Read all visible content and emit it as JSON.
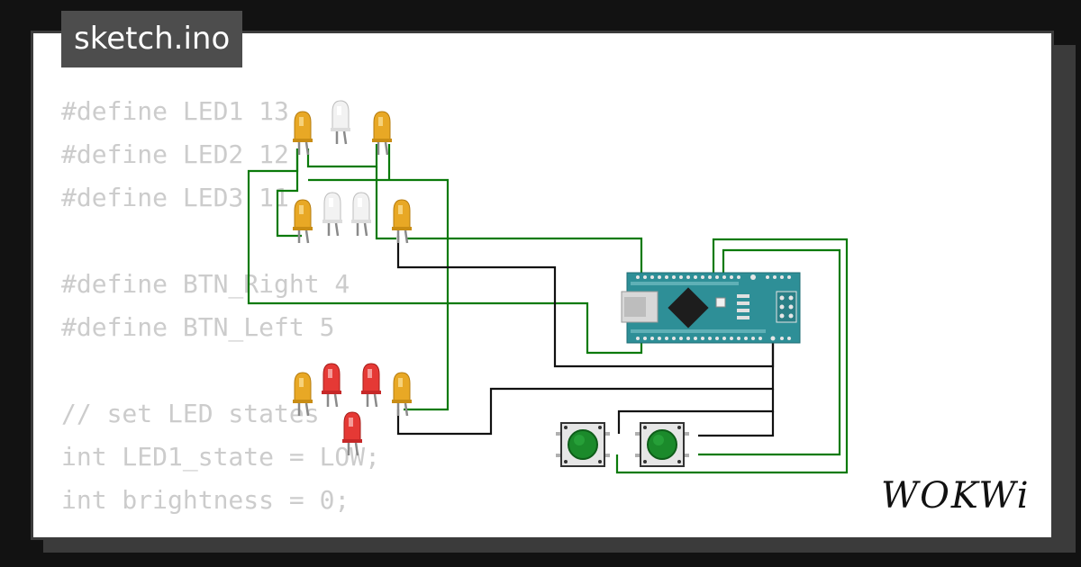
{
  "tab": {
    "title": "sketch.ino"
  },
  "code": {
    "lines": [
      "#define LED1 13",
      "#define LED2 12",
      "#define LED3 11",
      "",
      "#define BTN_Right 4",
      "#define BTN_Left 5",
      "",
      "// set LED states",
      "int LED1_state = LOW;",
      "int brightness = 0;"
    ]
  },
  "brand": {
    "logo_text": "WOKWi"
  },
  "colors": {
    "background": "#121212",
    "card": "#ffffff",
    "tab": "#4d4d4d",
    "code_text": "#cccccc",
    "wire_signal": "#0a7a0a",
    "wire_ground": "#111111",
    "board": "#2e8f97",
    "led_yellow": "#e8a825",
    "led_red": "#e53935",
    "led_white": "#eeeeee",
    "button_cap": "#1b8a2b"
  },
  "circuit": {
    "board_icon": "arduino-nano-board",
    "led_icon": "led",
    "button_icon": "pushbutton"
  }
}
